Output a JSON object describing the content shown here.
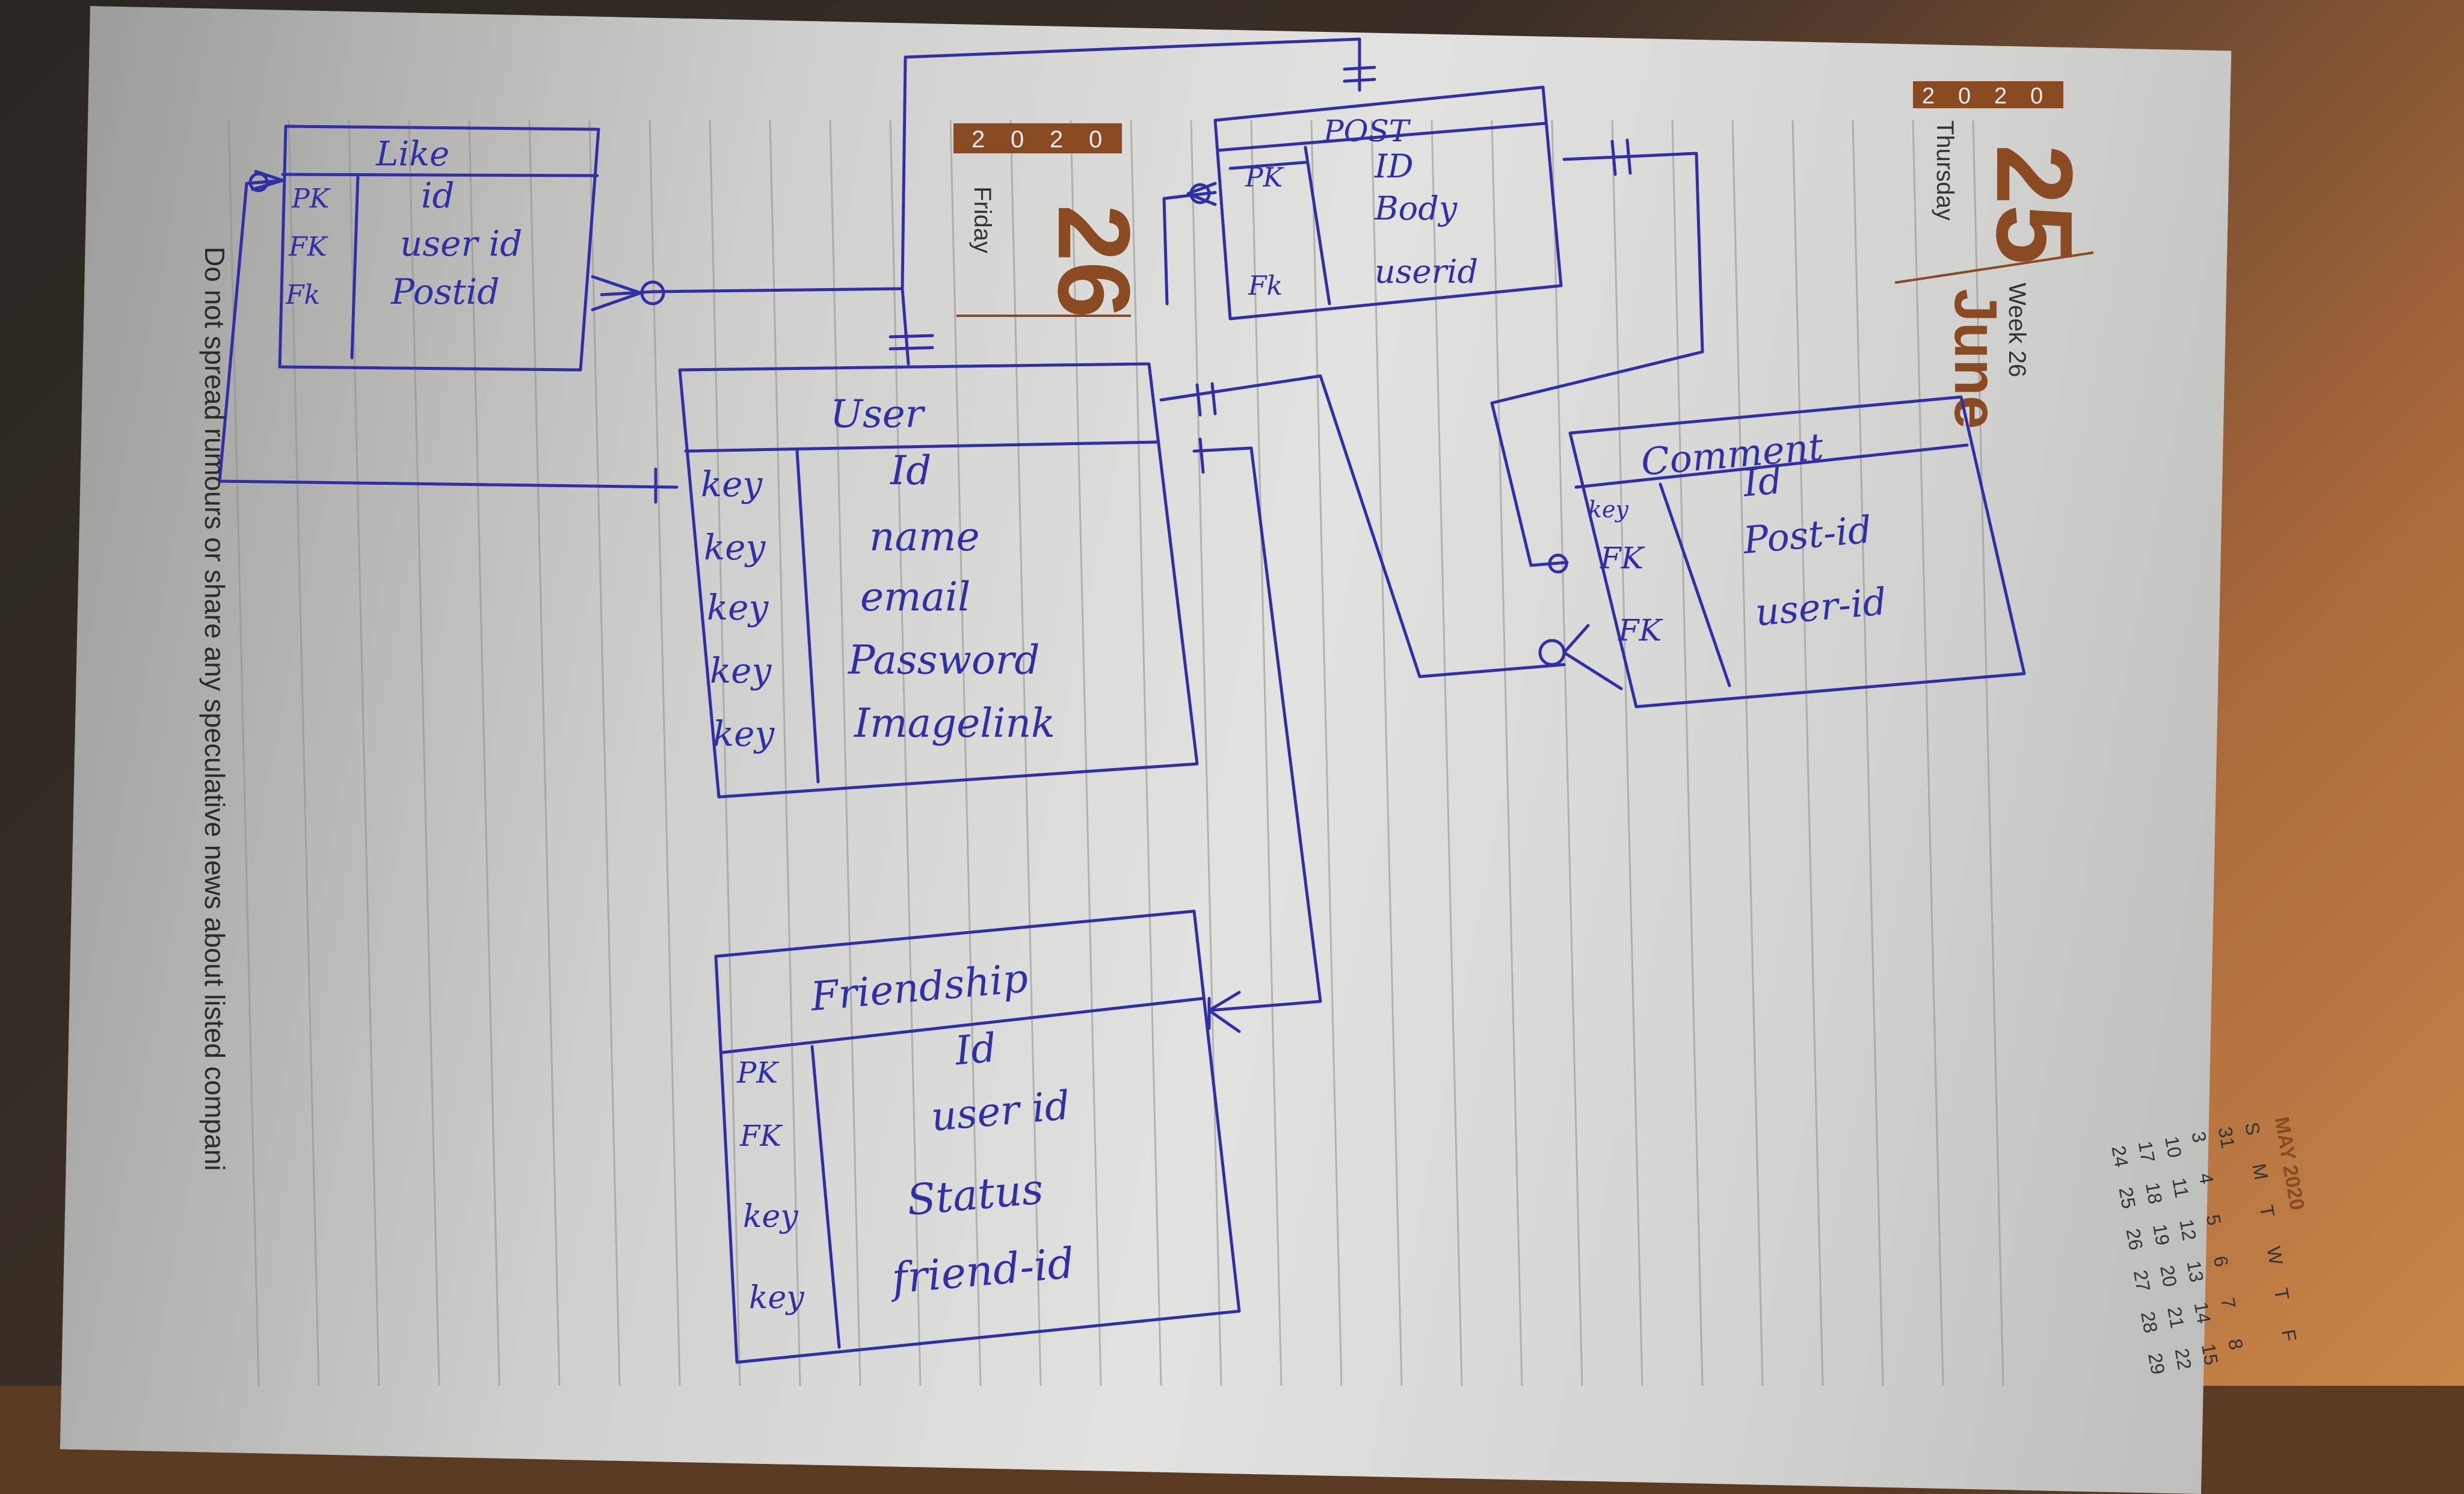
{
  "diagram": {
    "entities": [
      {
        "id": "like",
        "title": "Like",
        "rows": [
          {
            "key": "PK",
            "field": "id"
          },
          {
            "key": "FK",
            "field": "user id"
          },
          {
            "key": "Fk",
            "field": "Postid"
          }
        ]
      },
      {
        "id": "post",
        "title": "POST",
        "rows": [
          {
            "key": "PK",
            "field": "ID"
          },
          {
            "key": "",
            "field": "Body"
          },
          {
            "key": "Fk",
            "field": "userid"
          }
        ]
      },
      {
        "id": "user",
        "title": "User",
        "rows": [
          {
            "key": "key",
            "field": "Id"
          },
          {
            "key": "key",
            "field": "name"
          },
          {
            "key": "key",
            "field": "email"
          },
          {
            "key": "key",
            "field": "Password"
          },
          {
            "key": "key",
            "field": "Imagelink"
          }
        ]
      },
      {
        "id": "comment",
        "title": "Comment",
        "rows": [
          {
            "key": "key",
            "field": "Id"
          },
          {
            "key": "FK",
            "field": "Post-id"
          },
          {
            "key": "FK",
            "field": "user-id"
          }
        ]
      },
      {
        "id": "friendship",
        "title": "Friendship",
        "rows": [
          {
            "key": "PK",
            "field": "Id"
          },
          {
            "key": "FK",
            "field": "user id"
          },
          {
            "key": "key",
            "field": "Status"
          },
          {
            "key": "key",
            "field": "friend-id"
          }
        ]
      }
    ]
  },
  "planner": {
    "year_digits": [
      "2",
      "0",
      "2",
      "0"
    ],
    "day25": "25",
    "weekday25": "Thursday",
    "week": "Week 26",
    "month": "June",
    "day26": "26",
    "weekday26": "Friday",
    "footer_note": "Do not spread rumours or share any speculative news about listed compani",
    "mini_calendar": {
      "title": "MAY 2020",
      "days": [
        "S",
        "M",
        "T",
        "W",
        "T",
        "F"
      ],
      "rows": [
        [
          "31",
          "",
          "",
          "",
          "",
          ""
        ],
        [
          "3",
          "4",
          "5",
          "6",
          "7",
          "8"
        ],
        [
          "10",
          "11",
          "12",
          "13",
          "14",
          "15"
        ],
        [
          "17",
          "18",
          "19",
          "20",
          "21",
          "22"
        ],
        [
          "24",
          "25",
          "26",
          "27",
          "28",
          "29"
        ]
      ]
    }
  },
  "colors": {
    "ink": "#2f2fa6",
    "brand": "#8a4a22",
    "paper": "#dcdcda"
  }
}
